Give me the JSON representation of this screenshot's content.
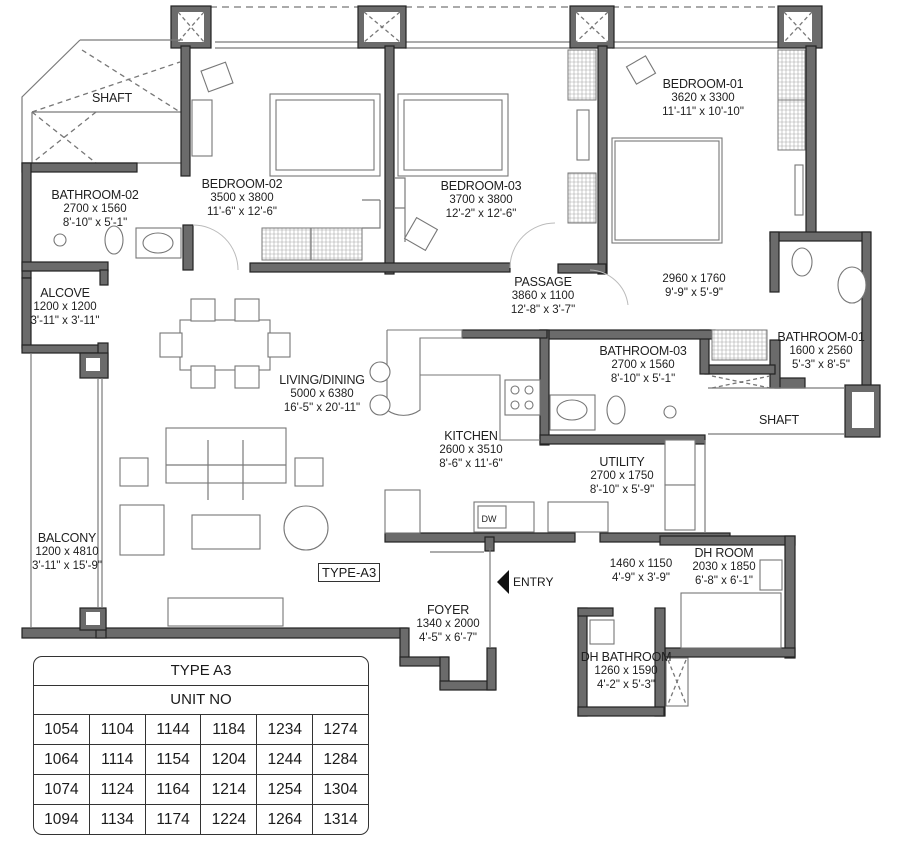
{
  "plan_type_tag": "TYPE-A3",
  "entry_label": "ENTRY",
  "colors": {
    "wall": "#6b6b6b",
    "line": "#777777",
    "background": "#ffffff"
  },
  "rooms": {
    "shaft_nw": {
      "name": "SHAFT"
    },
    "bathroom_02": {
      "name": "BATHROOM-02",
      "mm": "2700 x 1560",
      "ft": "8'-10\" x 5'-1\""
    },
    "bedroom_02": {
      "name": "BEDROOM-02",
      "mm": "3500 x 3800",
      "ft": "11'-6\" x 12'-6\""
    },
    "bedroom_03": {
      "name": "BEDROOM-03",
      "mm": "3700 x 3800",
      "ft": "12'-2\" x 12'-6\""
    },
    "bedroom_01": {
      "name": "BEDROOM-01",
      "mm": "3620 x 3300",
      "ft": "11'-11\" x 10'-10\""
    },
    "dress_area": {
      "mm": "2960 x 1760",
      "ft": "9'-9\" x 5'-9\""
    },
    "passage": {
      "name": "PASSAGE",
      "mm": "3860 x 1100",
      "ft": "12'-8\" x 3'-7\""
    },
    "alcove": {
      "name": "ALCOVE",
      "mm": "1200 x 1200",
      "ft": "3'-11\" x 3'-11\""
    },
    "living_dining": {
      "name": "LIVING/DINING",
      "mm": "5000 x 6380",
      "ft": "16'-5\" x 20'-11\""
    },
    "bathroom_03": {
      "name": "BATHROOM-03",
      "mm": "2700 x 1560",
      "ft": "8'-10\" x 5'-1\""
    },
    "bathroom_01": {
      "name": "BATHROOM-01",
      "mm": "1600 x 2560",
      "ft": "5'-3\" x 8'-5\""
    },
    "shaft_e": {
      "name": "SHAFT"
    },
    "kitchen": {
      "name": "KITCHEN",
      "mm": "2600 x 3510",
      "ft": "8'-6\" x 11'-6\""
    },
    "utility": {
      "name": "UTILITY",
      "mm": "2700 x 1750",
      "ft": "8'-10\" x 5'-9\""
    },
    "balcony": {
      "name": "BALCONY",
      "mm": "1200 x 4810",
      "ft": "3'-11\" x 15'-9\""
    },
    "dh_lobby": {
      "mm": "1460 x 1150",
      "ft": "4'-9\" x 3'-9\""
    },
    "dh_room": {
      "name": "DH ROOM",
      "mm": "2030 x 1850",
      "ft": "6'-8\" x 6'-1\""
    },
    "foyer": {
      "name": "FOYER",
      "mm": "1340 x 2000",
      "ft": "4'-5\" x 6'-7\""
    },
    "dh_bathroom": {
      "name": "DH BATHROOM",
      "mm": "1260 x 1590",
      "ft": "4'-2\" x 5'-3\""
    }
  },
  "fixtures": {
    "dishwasher": "DW"
  },
  "unit_table": {
    "title": "TYPE A3",
    "subtitle": "UNIT NO",
    "rows": [
      [
        "1054",
        "1104",
        "1144",
        "1184",
        "1234",
        "1274"
      ],
      [
        "1064",
        "1114",
        "1154",
        "1204",
        "1244",
        "1284"
      ],
      [
        "1074",
        "1124",
        "1164",
        "1214",
        "1254",
        "1304"
      ],
      [
        "1094",
        "1134",
        "1174",
        "1224",
        "1264",
        "1314"
      ]
    ]
  }
}
